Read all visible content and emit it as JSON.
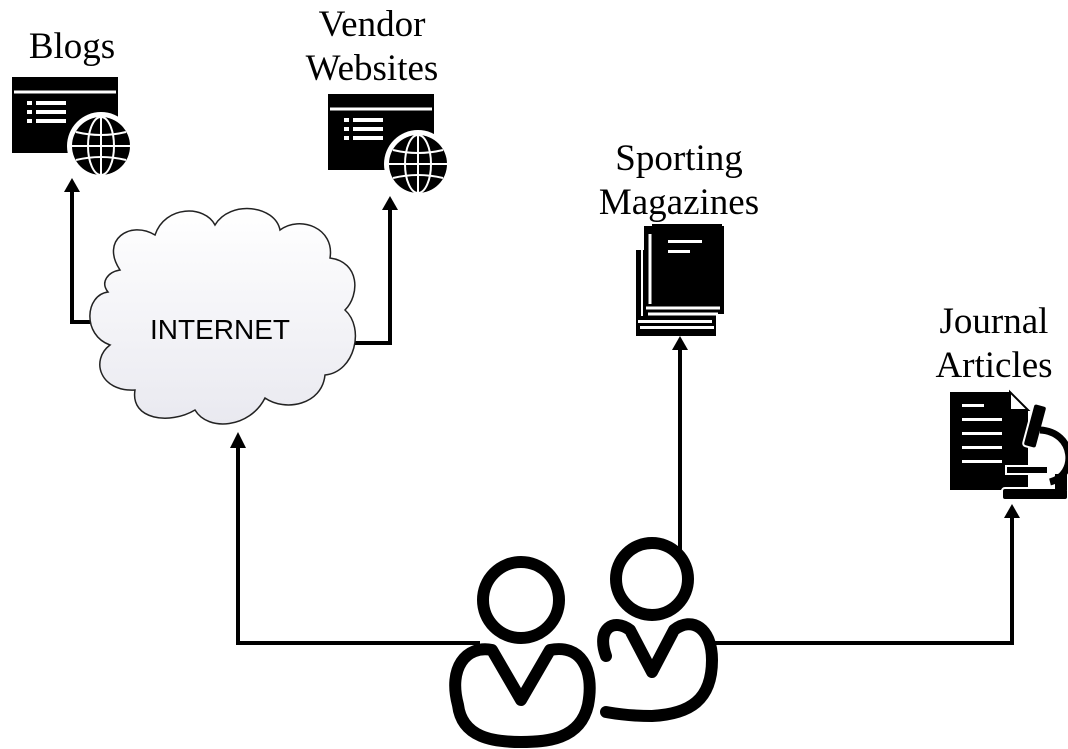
{
  "nodes": {
    "blogs": {
      "label": "Blogs"
    },
    "vendor": {
      "line1": "Vendor",
      "line2": "Websites"
    },
    "internet": {
      "label": "INTERNET"
    },
    "magazines": {
      "line1": "Sporting",
      "line2": "Magazines"
    },
    "journal": {
      "line1": "Journal",
      "line2": "Articles"
    }
  },
  "colors": {
    "stroke": "#000000",
    "cloud_fill_light": "#ffffff",
    "cloud_fill_dark": "#ececf2",
    "icon_fill": "#000000",
    "icon_detail": "#ffffff"
  }
}
